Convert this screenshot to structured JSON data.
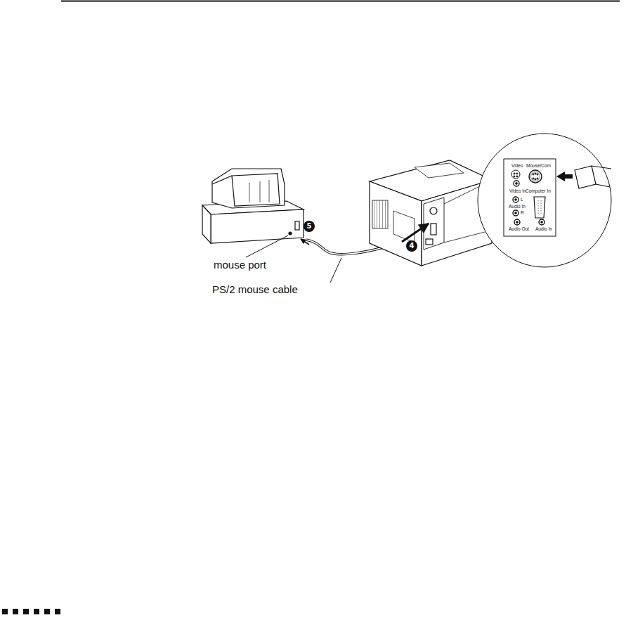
{
  "diagram": {
    "labels": [
      "mouse port",
      "PS/2 mouse cable",
      "5",
      "4",
      "Video",
      "Mouse/Com",
      "Video In",
      "Computer In",
      "L",
      "Audio In",
      "R",
      "Audio Out",
      "Audio In"
    ]
  }
}
